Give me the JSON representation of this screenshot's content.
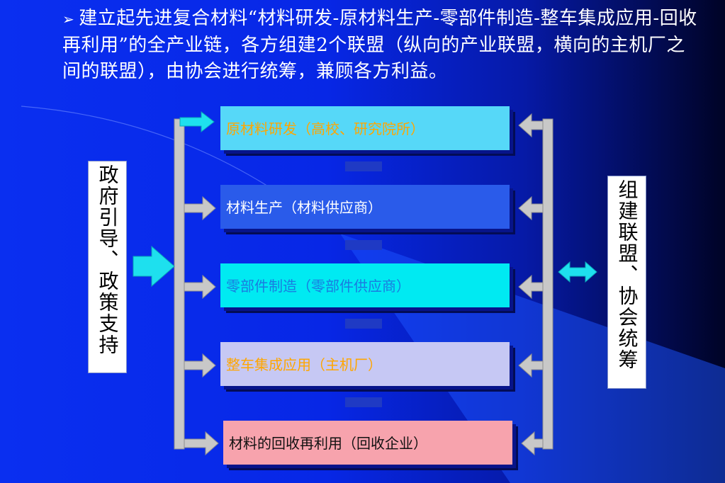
{
  "header": {
    "bullet_icon": "arrow-bullet-icon",
    "text": "建立起先进复合材料“材料研发-原材料生产-零部件制造-整车集成应用-回收再利用”的全产业链，各方组建2个联盟（纵向的产业联盟，横向的主机厂之间的联盟），由协会进行统筹，兼顾各方利益。"
  },
  "left_label": "政府引导、政策支持",
  "right_label": "组建联盟、协会统筹",
  "chain": [
    {
      "label": "原材料研发（高校、研究院所）",
      "bg": "#56d8f8",
      "fg": "#ffa600"
    },
    {
      "label": "材料生产（材料供应商）",
      "bg": "#2a5bea",
      "fg": "#ffffff"
    },
    {
      "label": "零部件制造（零部件供应商）",
      "bg": "#00eaf2",
      "fg": "#1a7be0"
    },
    {
      "label": "整车集成应用（主机厂）",
      "bg": "#c6c8f4",
      "fg": "#ffa600"
    },
    {
      "label": "材料的回收再利用（回收企业）",
      "bg": "#f7a3ad",
      "fg": "#111111"
    }
  ],
  "colors": {
    "arrow_gray": "#c8c8c8",
    "arrow_cyan": "#1ee0ee"
  }
}
